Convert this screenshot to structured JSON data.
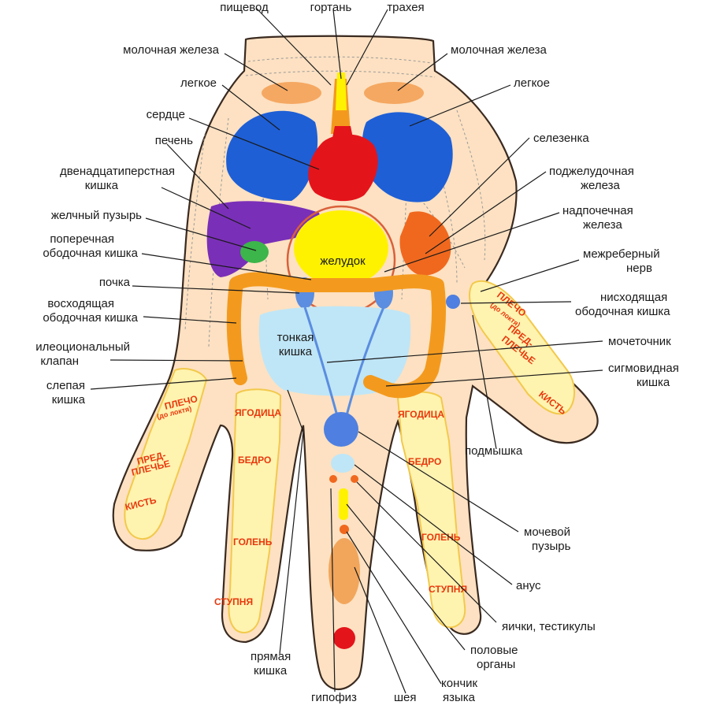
{
  "diagram": {
    "labels": {
      "pishchevod": "пищевод",
      "gortan": "гортань",
      "traheya": "трахея",
      "mol_zheleza_l": "молочная железа",
      "mol_zheleza_r": "молочная железа",
      "legkoe_l": "легкое",
      "legkoe_r": "легкое",
      "serdtse": "сердце",
      "pechen": "печень",
      "dvenadtsati_1": "двенадцатиперстная",
      "dvenadtsati_2": "кишка",
      "zhelch": "желчный пузырь",
      "poperech_1": "поперечная",
      "poperech_2": "ободочная кишка",
      "pochka": "почка",
      "voskhod_1": "восходящая",
      "voskhod_2": "ободочная кишка",
      "ileo_1": "илеоциональный",
      "ileo_2": "клапан",
      "slepaya_1": "слепая",
      "slepaya_2": "кишка",
      "selezenka": "селезенка",
      "podzhel_1": "поджелудочная",
      "podzhel_2": "железа",
      "nadpoch_1": "надпочечная",
      "nadpoch_2": "железа",
      "mezhreb_1": "межреберный",
      "mezhreb_2": "нерв",
      "niskhod_1": "нисходящая",
      "niskhod_2": "ободочная кишка",
      "mochetochnik": "мочеточник",
      "sigmo_1": "сигмовидная",
      "sigmo_2": "кишка",
      "podmyshka": "подмышка",
      "mochevoy_1": "мочевой",
      "mochevoy_2": "пузырь",
      "anus": "анус",
      "yaichki": "яички, тестикулы",
      "polovye_1": "половые",
      "polovye_2": "органы",
      "konchik_1": "кончик",
      "konchik_2": "языка",
      "sheya": "шея",
      "gipofiz": "гипофиз",
      "pryamaya_1": "прямая",
      "pryamaya_2": "кишка"
    },
    "organs": {
      "zheludok": "желудок",
      "tonkaya_1": "тонкая",
      "tonkaya_2": "кишка"
    },
    "zones": {
      "plecho": "ПЛЕЧО",
      "do_loktya": "(до локтя)",
      "pred": "ПРЕД-",
      "plechye": "ПЛЕЧЬЕ",
      "kist": "КИСТЬ",
      "yagoditsa": "ЯГОДИЦА",
      "bedro": "БЕДРО",
      "golen": "ГОЛЕНЬ",
      "stupnya": "СТУПНЯ"
    },
    "colors": {
      "skin": "#fde1c2",
      "outline": "#3a2a20",
      "lung": "#1e5fd6",
      "heart": "#e4141b",
      "liver": "#7a2fb8",
      "stomach": "#fff200",
      "intestine": "#f39a1e",
      "small_intestine": "#bfe6f7",
      "gallbladder": "#3cb54a",
      "kidney": "#5b8de0",
      "pituitary": "#e4141b",
      "zone_text": "#e8380d"
    }
  }
}
